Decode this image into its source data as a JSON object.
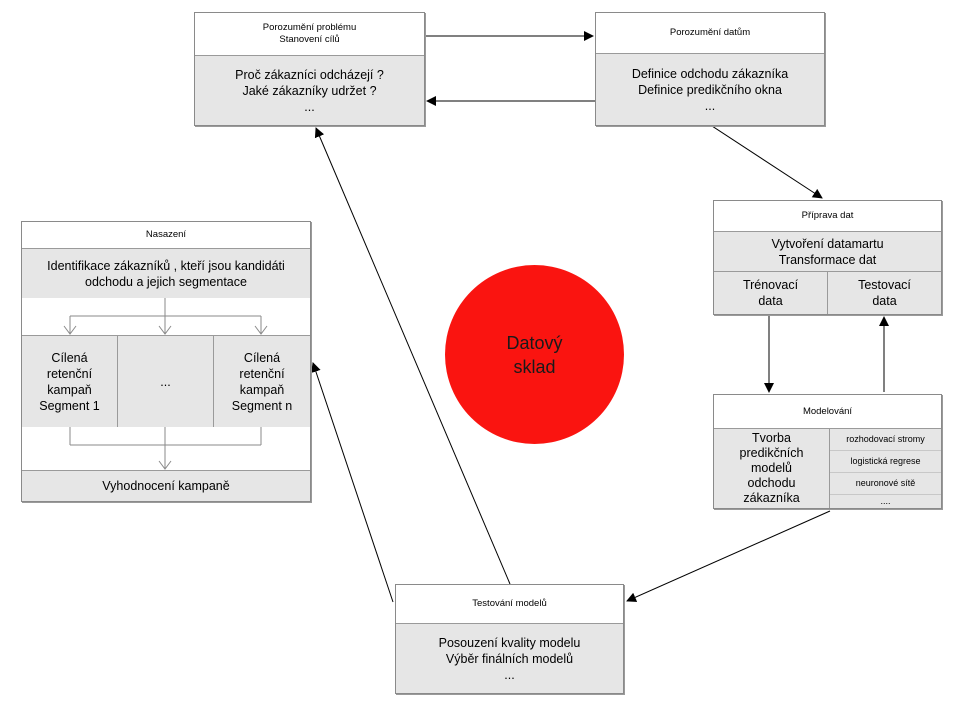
{
  "business_understanding": {
    "title_lines": [
      "Porozumění problému",
      "Stanovení cílů"
    ],
    "body_lines": [
      "Proč zákazníci odcházejí ?",
      "Jaké zákazníky udržet ?",
      "..."
    ]
  },
  "data_understanding": {
    "title": "Porozumění datům",
    "body_lines": [
      "Definice odchodu zákazníka",
      "Definice predikčního okna",
      "..."
    ]
  },
  "data_preparation": {
    "title": "Příprava dat",
    "body_lines": [
      "Vytvoření datamartu",
      "Transformace dat"
    ],
    "train_lines": [
      "Trénovací",
      "data"
    ],
    "test_lines": [
      "Testovací",
      "data"
    ]
  },
  "modeling": {
    "title": "Modelování",
    "main_lines": [
      "Tvorba",
      "predikčních",
      "modelů",
      "odchodu",
      "zákazníka"
    ],
    "methods": [
      "rozhodovací stromy",
      "logistická regrese",
      "neuronové sítě",
      "...."
    ]
  },
  "evaluation": {
    "title": "Testování modelů",
    "body_lines": [
      "Posouzení kvality modelu",
      "Výběr finálních modelů",
      "..."
    ]
  },
  "deployment": {
    "title": "Nasazení",
    "top_lines": [
      "Identifikace zákazníků , kteří jsou kandidáti",
      "odchodu a jejich segmentace"
    ],
    "segment_first_lines": [
      "Cílená",
      "retenční",
      "kampaň",
      "Segment 1"
    ],
    "segment_middle": "...",
    "segment_last_lines": [
      "Cílená",
      "retenční",
      "kampaň",
      "Segment n"
    ],
    "bottom": "Vyhodnocení kampaně"
  },
  "data_warehouse": {
    "lines": [
      "Datový",
      "sklad"
    ],
    "color": "#fa1410"
  },
  "colors": {
    "cell_fill": "#e6e6e6",
    "border": "#8a8a8a"
  }
}
